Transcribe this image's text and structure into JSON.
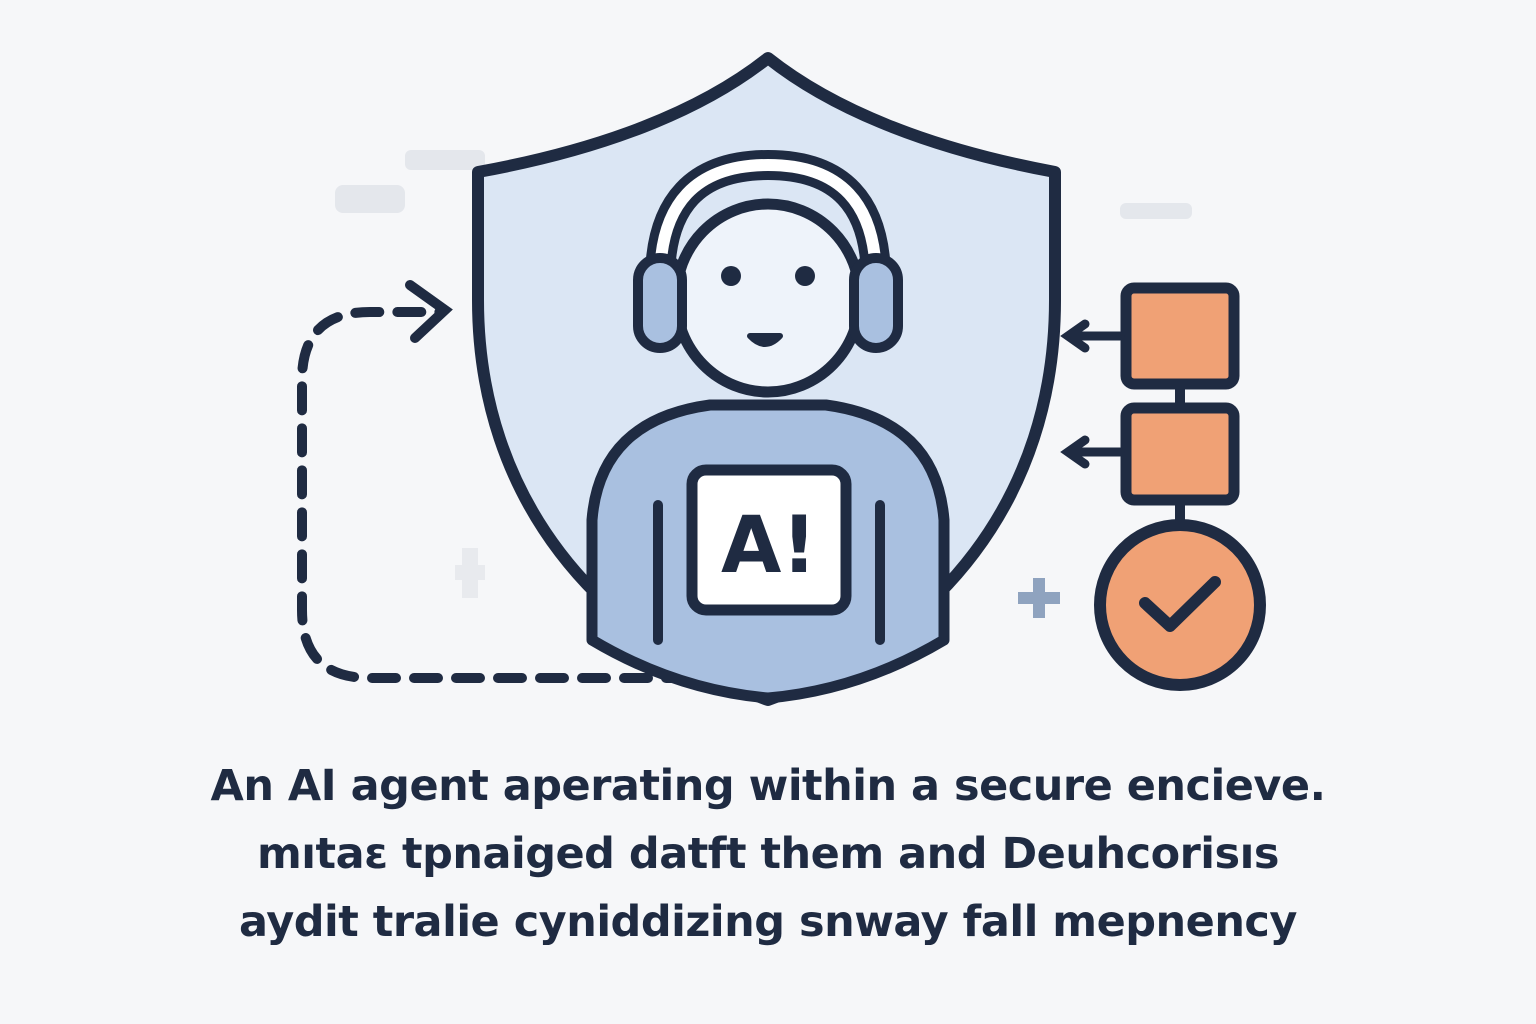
{
  "illustration": {
    "badge_text": "A!",
    "colors": {
      "navy": "#1f2b42",
      "shield_fill": "#dbe6f4",
      "body_fill": "#a9c0e0",
      "orange": "#f0a175"
    },
    "icons": [
      "shield-icon",
      "ai-agent-icon",
      "headphones-icon",
      "dashed-loop-arrow-icon",
      "checkbox-icon",
      "check-circle-icon"
    ]
  },
  "caption": {
    "lines": [
      "An AI agent aperating within a secure encieve.",
      "mıtaɛ tpnaiged datft them and Deuhcorisıs",
      "aydit tralie cyniddizing snway fall mepnency"
    ]
  }
}
